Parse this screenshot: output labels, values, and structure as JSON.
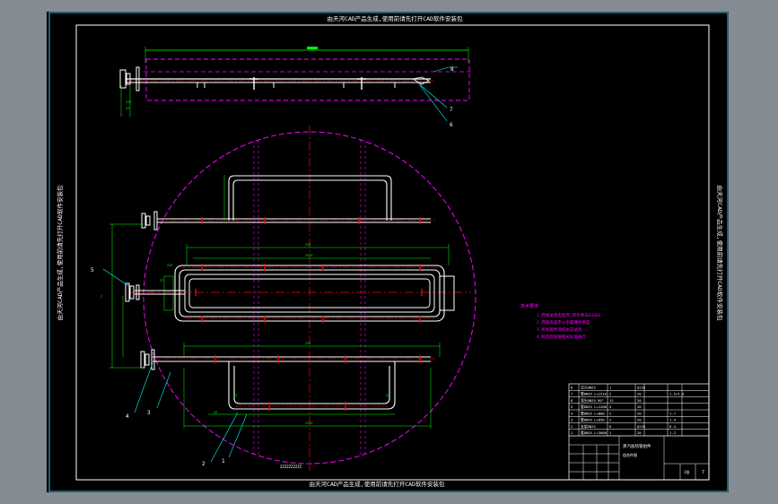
{
  "title_top": "由天河CAD产品生成,使用前请先打开CAD软件安装包",
  "title_bottom": "由天河CAD产品生成,使用前请先打开CAD软件安装包",
  "side_left": "由天河CAD产品生成,使用前请先打开CAD软件安装包",
  "side_right": "由天河CAD产品生成,使用前请先打开CAD软件安装包",
  "callouts": {
    "c1": "1",
    "c2": "2",
    "c3": "3",
    "c4": "4",
    "c5": "5",
    "c6": "6",
    "c7": "7",
    "c8": "8"
  },
  "notes": [
    "技术要求",
    "1.焊接采用电弧焊,焊条牌号E4303",
    "2.焊缝高度不小于最薄件厚度",
    "3.所有管件须作水压试验",
    "4.制造检验按相关标准执行"
  ],
  "title_block": {
    "drawing_name": "蒸汽加热管组件",
    "sub_name": "组合件图",
    "sheet": "1张",
    "page": "7"
  },
  "parts_table": [
    [
      "8",
      "法兰DN25",
      "1",
      "Q235",
      "",
      ""
    ],
    [
      "7",
      "管DN25 L=1510",
      "2",
      "20",
      "",
      "1.5/3.0"
    ],
    [
      "6",
      "弯头DN25-90°",
      "12",
      "20",
      "",
      ""
    ],
    [
      "5",
      "管DN25 L=1200",
      "4",
      "20",
      "",
      ""
    ],
    [
      "4",
      "管DN25 L=800",
      "2",
      "20",
      "",
      "1.7"
    ],
    [
      "3",
      "管DN25 L=650",
      "2",
      "20",
      "",
      "1.4"
    ],
    [
      "2",
      "支架DN25",
      "6",
      "Q235",
      "",
      "0.4"
    ],
    [
      "1",
      "管DN25 L=3000",
      "1",
      "20",
      "",
      "1.2"
    ]
  ]
}
